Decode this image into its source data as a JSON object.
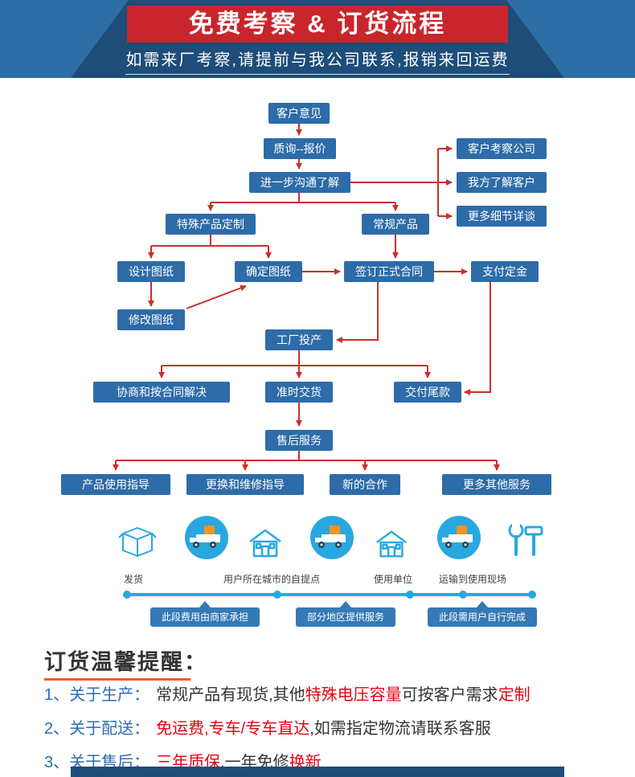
{
  "banner": {
    "title": "免费考察 & 订货流程",
    "subtitle": "如需来厂考察,请提前与我公司联系,报销来回运费"
  },
  "flow": {
    "customer_feedback": "客户意见",
    "inquiry_quote": "质询--报价",
    "further_communication": "进一步沟通了解",
    "visit_company": "客户考察公司",
    "know_customer": "我方了解客户",
    "more_details": "更多细节详谈",
    "custom_product": "特殊产品定制",
    "regular_product": "常规产品",
    "design_drawing": "设计图纸",
    "confirm_drawing": "确定图纸",
    "sign_contract": "签订正式合同",
    "pay_deposit": "支付定金",
    "modify_drawing": "修改图纸",
    "factory_production": "工厂投产",
    "negotiate_resolve": "协商和按合同解决",
    "ontime_delivery": "准时交货",
    "pay_balance": "交付尾款",
    "after_sales": "售后服务",
    "usage_guide": "产品使用指导",
    "replace_repair_guide": "更换和维修指导",
    "new_cooperation": "新的合作",
    "more_services": "更多其他服务"
  },
  "logistics": {
    "stage_labels": [
      "发货",
      "用户所在城市的自提点",
      "使用单位",
      "运输到使用现场"
    ],
    "segment_labels": [
      "此段费用由商家承担",
      "部分地区提供服务",
      "此段需用户自行完成"
    ],
    "icons": [
      "shipping-box-icon",
      "delivery-truck-icon",
      "pickup-house-icon",
      "delivery-truck-icon",
      "house-icon",
      "delivery-truck-icon",
      "tools-icon"
    ]
  },
  "notices": {
    "title": "订货温馨提醒：",
    "items": [
      {
        "num": "1、",
        "label": "关于生产：",
        "parts": [
          {
            "t": "常规产品有现货,其他",
            "c": "dark"
          },
          {
            "t": "特殊电压容量",
            "c": "red"
          },
          {
            "t": "可按客户需求",
            "c": "dark"
          },
          {
            "t": "定制",
            "c": "red"
          }
        ]
      },
      {
        "num": "2、",
        "label": "关于配送：",
        "parts": [
          {
            "t": "免运费,专车/专车直达",
            "c": "red"
          },
          {
            "t": ",如需指定物流请联系客服",
            "c": "dark"
          }
        ]
      },
      {
        "num": "3、",
        "label": "关于售后：",
        "parts": [
          {
            "t": "三年质保",
            "c": "red"
          },
          {
            "t": ",一年免修",
            "c": "dark"
          },
          {
            "t": "换新",
            "c": "red"
          }
        ]
      }
    ]
  },
  "colors": {
    "banner_navy": "#1d4d78",
    "banner_wing": "#2d6ea6",
    "ribbon_red": "#c9252c",
    "node_blue": "#2d6ca8",
    "arrow_red": "#c9302c",
    "accent_lightblue": "#29a8df",
    "segment_box_blue": "#3579b5",
    "highlight_red": "#e60012",
    "notice_blue": "#2e6cb5",
    "title_underline": "#ff5722"
  }
}
